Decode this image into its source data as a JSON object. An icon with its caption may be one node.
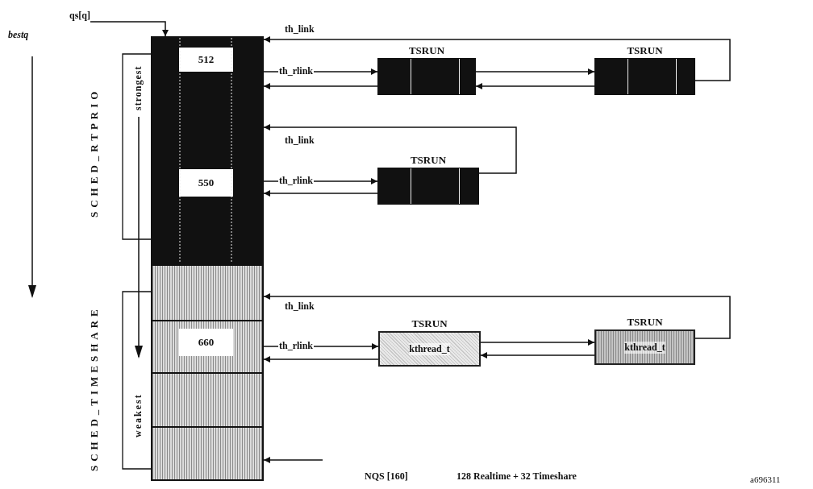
{
  "diagram": {
    "nodes": [
      {
        "text": [
          "qs[q]"
        ]
      },
      {
        "text": [],
        "shape": "bar"
      },
      {
        "text": [
          "512"
        ],
        "in": 1
      },
      {
        "text": [
          "550"
        ],
        "in": 1
      },
      {
        "text": [
          "660"
        ],
        "in": 1
      },
      {
        "text": [],
        "shape": "box",
        "beside": [
          "TSRUN"
        ]
      },
      {
        "text": [],
        "shape": "box",
        "beside": [
          "TSRUN"
        ]
      },
      {
        "text": [],
        "shape": "box",
        "beside": [
          "TSRUN"
        ]
      },
      {
        "text": [
          "kthread_t"
        ],
        "beside": [
          "TSRUN"
        ]
      },
      {
        "text": [
          "kthread_t"
        ],
        "beside": [
          "TSRUN"
        ]
      }
    ],
    "edges": [
      {
        "from": 0,
        "to": 1,
        "arrow": "to"
      },
      {
        "from": 6,
        "to": 2,
        "arrow": "to",
        "label": "th_link"
      },
      {
        "from": 2,
        "to": 5,
        "arrow": "to",
        "label": "th_rlink"
      },
      {
        "from": 5,
        "to": 2,
        "arrow": "to"
      },
      {
        "from": 5,
        "to": 6,
        "arrow": "to"
      },
      {
        "from": 6,
        "to": 5,
        "arrow": "to"
      },
      {
        "from": 3,
        "to": 7,
        "arrow": "to",
        "label": "th_rlink"
      },
      {
        "from": 7,
        "to": 3,
        "arrow": "to"
      },
      {
        "from": 7,
        "to": 3,
        "arrow": "to",
        "label": "th_link"
      },
      {
        "from": 4,
        "to": 8,
        "arrow": "to",
        "label": "th_rlink"
      },
      {
        "from": 8,
        "to": 4,
        "arrow": "to"
      },
      {
        "from": 8,
        "to": 9,
        "arrow": "to"
      },
      {
        "from": 9,
        "to": 8,
        "arrow": "to"
      },
      {
        "from": 9,
        "to": 1,
        "arrow": "to",
        "label": "th_link"
      },
      {
        "from": null,
        "to": 1,
        "arrow": "to"
      }
    ],
    "labels": [
      "bestq",
      "SCHED_RTPRIO",
      "strongest",
      "SCHED_TIMESHARE",
      "weakest",
      "NQS [160]",
      "128 Realtime + 32 Timeshare",
      "a696311"
    ]
  }
}
